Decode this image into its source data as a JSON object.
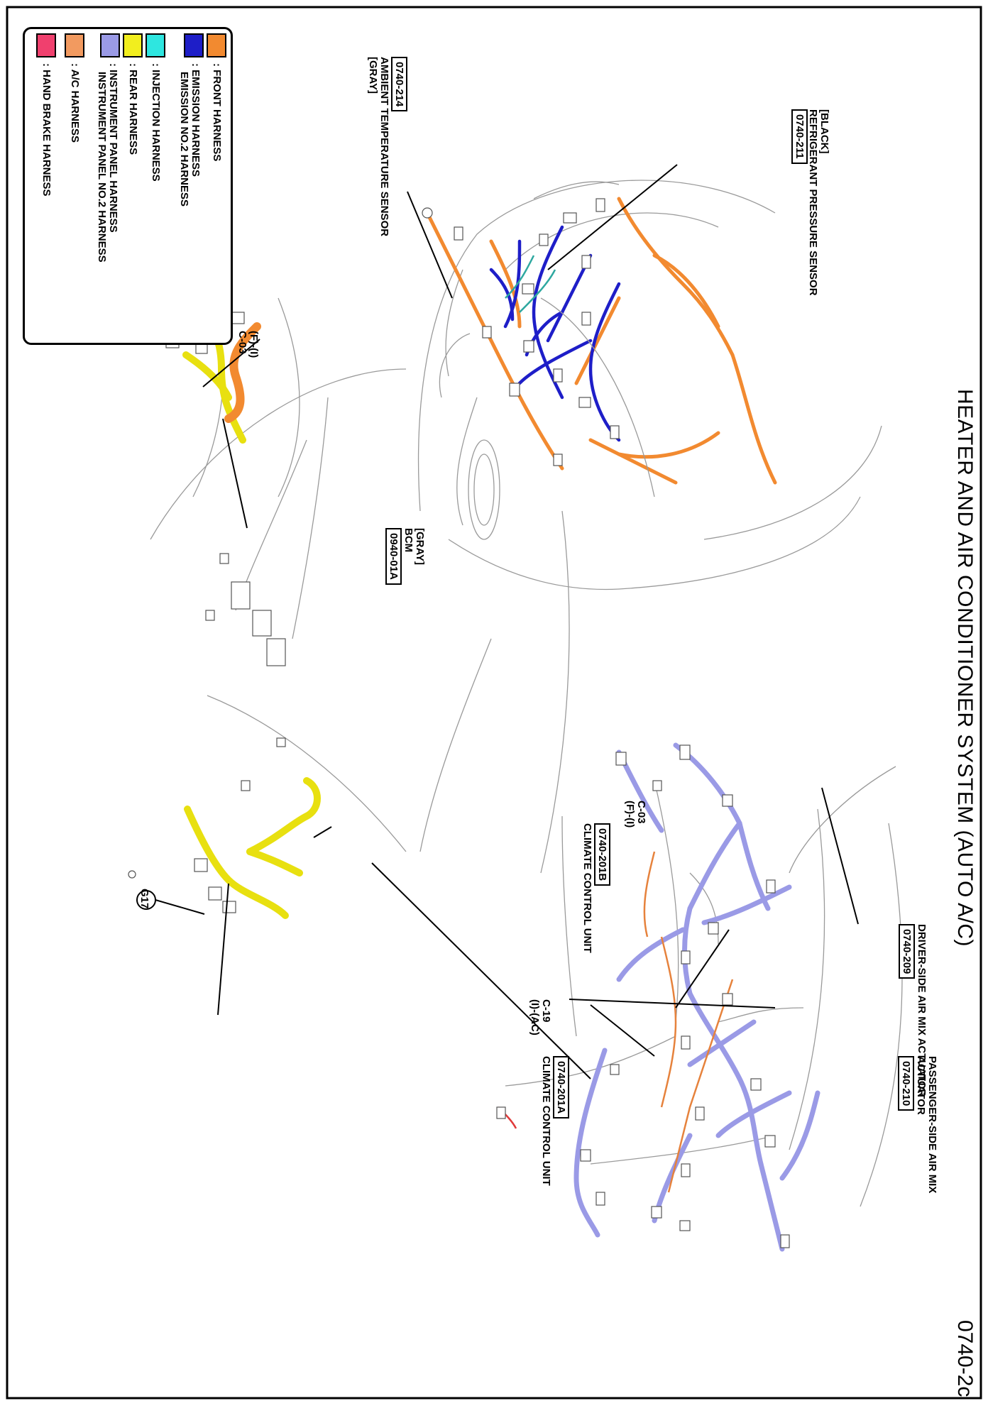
{
  "title": "HEATER AND AIR CONDITIONER SYSTEM (AUTO A/C)",
  "page_number": "0740-2c",
  "colors": {
    "front_harness": "#f28a30",
    "emission_harness": "#1e1ec8",
    "injection_harness": "#2ee6e0",
    "rear_harness": "#f2ee1e",
    "instrument_panel_harness": "#9a9ae6",
    "ac_harness": "#f29a60",
    "hand_brake_harness": "#f0406e"
  },
  "legend": {
    "front_harness": ": FRONT HARNESS",
    "emission_harness": ": EMISSION HARNESS",
    "emission_no2_harness": "EMISSION NO.2 HARNESS",
    "injection_harness": ": INJECTION HARNESS",
    "rear_harness": ": REAR HARNESS",
    "instrument_panel_harness": ": INSTRUMENT PANEL HARNESS",
    "instrument_panel_no2_harness": "INSTRUMENT PANEL NO.2 HARNESS",
    "ac_harness": ": A/C HARNESS",
    "hand_brake_harness": ": HAND BRAKE HARNESS"
  },
  "engine_bay": {
    "refrigerant": {
      "color": "[BLACK]",
      "name": "REFRIGERANT PRESSURE SENSOR",
      "code": "0740-211"
    },
    "ambient": {
      "code": "0740-214",
      "name": "AMBIENT TEMPERATURE SENSOR",
      "color": "[GRAY]"
    }
  },
  "body": {
    "connector_c03": {
      "line1": "(F)-(I)",
      "line2": "C-03"
    },
    "bcm": {
      "color": "[GRAY]",
      "name": "BCM",
      "code": "0940-01A"
    }
  },
  "dash": {
    "ground": "G17",
    "driver_actuator": {
      "name": "DRIVER-SIDE AIR MIX ACTUATOR",
      "code": "0740-209"
    },
    "passenger_actuator": {
      "name_line1": "PASSENGER-SIDE AIR MIX",
      "name_line2": "ACTUATOR",
      "code": "0740-210"
    },
    "connector_c03": {
      "line1": "C-03",
      "line2": "(F)-(I)"
    },
    "ccu_b": {
      "code": "0740-201B",
      "name": "CLIMATE CONTROL UNIT"
    },
    "connector_c19": {
      "line1": "C-19",
      "line2": "(I)-(AC)"
    },
    "ccu_a": {
      "code": "0740-201A",
      "name": "CLIMATE CONTROL UNIT"
    }
  }
}
